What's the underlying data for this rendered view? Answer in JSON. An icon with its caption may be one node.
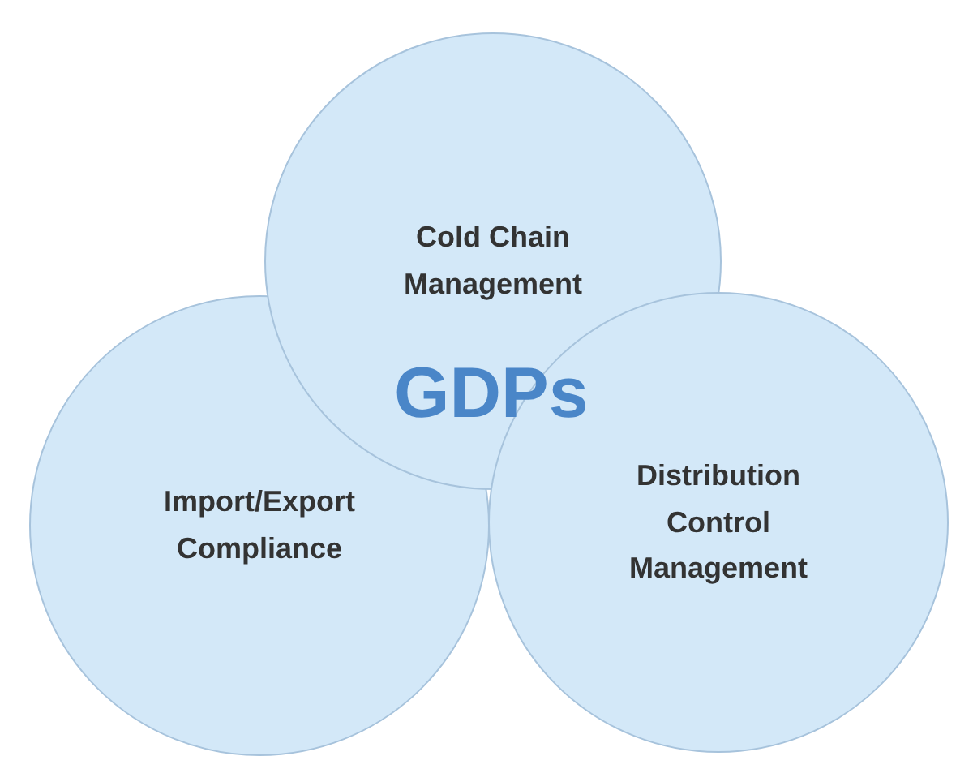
{
  "diagram": {
    "nodes": [
      {
        "text": [
          "Import/Export Compliance"
        ]
      },
      {
        "text": [
          "Cold Chain Management"
        ]
      },
      {
        "text": [
          "Distribution Control Management"
        ]
      }
    ],
    "labels": [
      "GDPs"
    ]
  }
}
